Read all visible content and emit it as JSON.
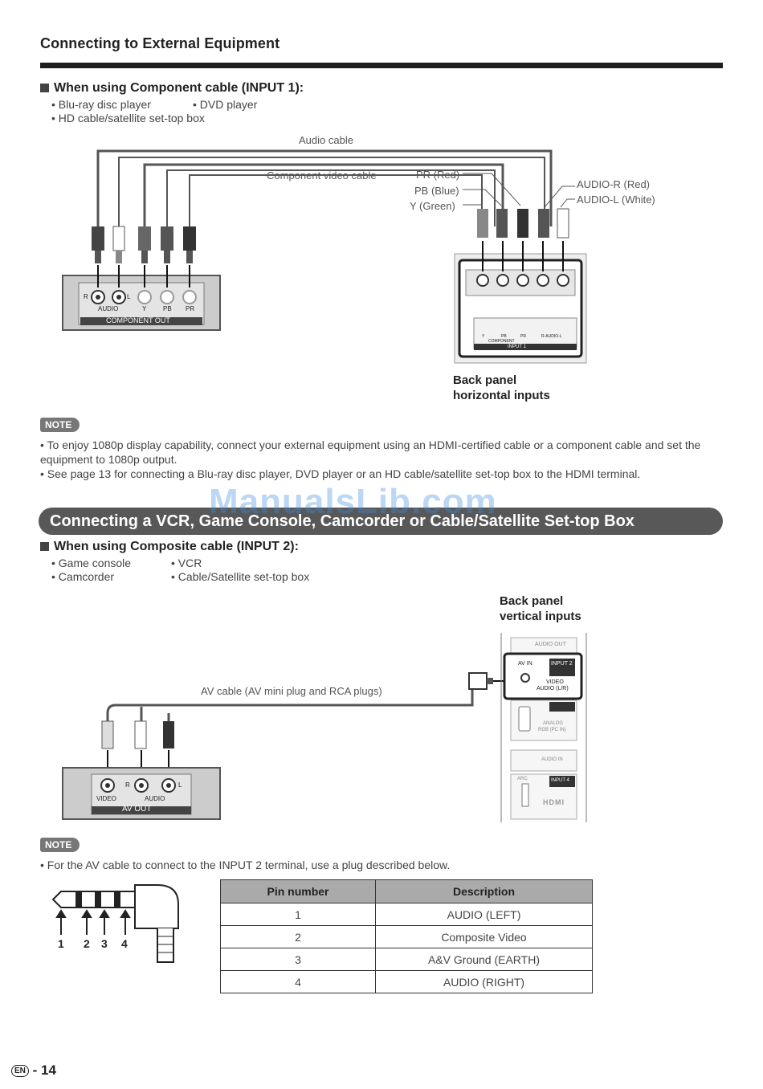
{
  "header": {
    "title": "Connecting to External Equipment"
  },
  "section1": {
    "heading": "When using Component cable (INPUT 1):",
    "bullets": [
      "• Blu-ray disc player",
      "• DVD player",
      "• HD cable/satellite set-top box"
    ]
  },
  "diagram1": {
    "audio_cable": "Audio cable",
    "component_cable": "Component video cable",
    "pr_red": "PR (Red)",
    "pb_blue": "PB (Blue)",
    "y_green": "Y (Green)",
    "audio_r": "AUDIO-R (Red)",
    "audio_l": "AUDIO-L (White)",
    "device_r": "R",
    "device_l": "L",
    "device_audio": "AUDIO",
    "device_y": "Y",
    "device_pb": "PB",
    "device_pr": "PR",
    "device_out": "COMPONENT OUT",
    "panel_y": "Y",
    "panel_pb": "PB",
    "panel_pr": "PR",
    "panel_raudio": "R-AUDIO-L",
    "panel_component": "COMPONENT",
    "panel_input1": "INPUT 1",
    "back_panel_line1": "Back panel",
    "back_panel_line2": "horizontal inputs"
  },
  "note1": {
    "badge": "NOTE",
    "items": [
      "• To enjoy 1080p display capability, connect your external equipment using an HDMI-certified cable or a component cable and set the equipment to 1080p output.",
      "• See page 13 for connecting a Blu-ray disc player, DVD player or an HD cable/satellite set-top box to the HDMI terminal."
    ]
  },
  "banner": {
    "text": "Connecting a VCR, Game Console, Camcorder or Cable/Satellite Set-top Box"
  },
  "watermark": {
    "text": "ManualsLib.com"
  },
  "section2": {
    "heading": "When using Composite cable (INPUT 2):",
    "bullets": [
      "• Game console",
      "• VCR",
      "• Camcorder",
      "• Cable/Satellite set-top box"
    ]
  },
  "diagram2": {
    "back_panel_line1": "Back panel",
    "back_panel_line2": "vertical inputs",
    "av_cable": "AV cable (AV mini plug and RCA plugs)",
    "audio_out": "AUDIO OUT",
    "av_in": "AV IN",
    "input2": "INPUT 2",
    "video_audio1": "VIDEO",
    "video_audio2": "AUDIO (L/R)",
    "analog1": "ANALOG",
    "analog2": "RGB (PC IN)",
    "audio_in": "AUDIO IN",
    "arc": "ARC",
    "input4": "INPUT 4",
    "hdmi": "HDMI",
    "device_r": "R",
    "device_l": "L",
    "device_video": "VIDEO",
    "device_audio": "AUDIO",
    "device_out": "AV OUT"
  },
  "note2": {
    "badge": "NOTE",
    "items": [
      "• For the AV cable to connect to the INPUT 2 terminal, use a plug described below."
    ]
  },
  "plug": {
    "pins": [
      "1",
      "2",
      "3",
      "4"
    ]
  },
  "pin_table": {
    "headers": [
      "Pin number",
      "Description"
    ],
    "rows": [
      [
        "1",
        "AUDIO (LEFT)"
      ],
      [
        "2",
        "Composite Video"
      ],
      [
        "3",
        "A&V Ground (EARTH)"
      ],
      [
        "4",
        "AUDIO (RIGHT)"
      ]
    ]
  },
  "footer": {
    "lang": "EN",
    "page": "- 14"
  }
}
